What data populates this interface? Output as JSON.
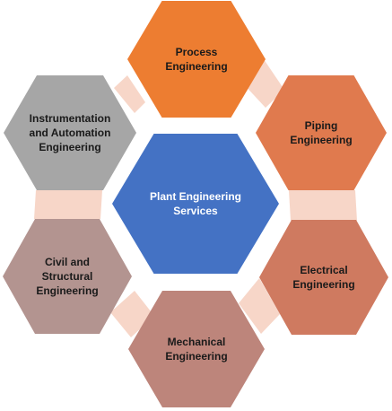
{
  "diagram": {
    "center": {
      "lines": [
        "Plant Engineering",
        "Services"
      ],
      "color": "#4472c4"
    },
    "nodes": [
      {
        "id": "process",
        "lines": [
          "Process",
          "Engineering"
        ],
        "color": "#ed7d31"
      },
      {
        "id": "piping",
        "lines": [
          "Piping",
          "Engineering"
        ],
        "color": "#e07a4e"
      },
      {
        "id": "electrical",
        "lines": [
          "Electrical",
          "Engineering"
        ],
        "color": "#cf7a60"
      },
      {
        "id": "mechanical",
        "lines": [
          "Mechanical",
          "Engineering"
        ],
        "color": "#bd857b"
      },
      {
        "id": "civil",
        "lines": [
          "Civil and",
          "Structural",
          "Engineering"
        ],
        "color": "#b39490"
      },
      {
        "id": "instrumentation",
        "lines": [
          "Instrumentation",
          "and Automation",
          "Engineering"
        ],
        "color": "#a6a6a6"
      }
    ],
    "connector_color": "#f7d6c8"
  }
}
